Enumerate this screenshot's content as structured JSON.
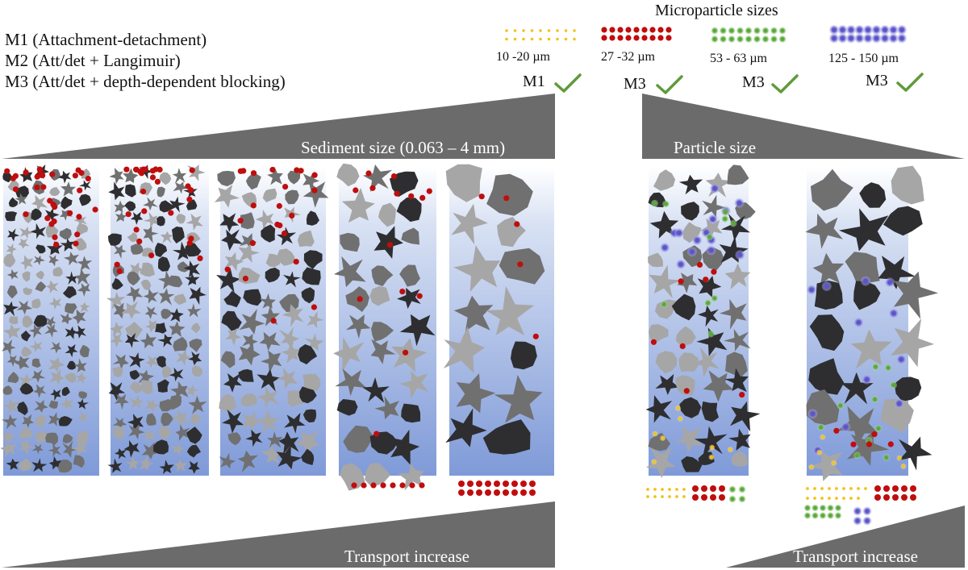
{
  "models": [
    {
      "label": "M1 (Attachment-detachment)"
    },
    {
      "label": "M2 (Att/det + Langimuir)"
    },
    {
      "label": "M3 (Att/det + depth-dependent blocking)"
    }
  ],
  "microparticles": {
    "title": "Microparticle sizes",
    "sizes": [
      {
        "label": "10 -20 µm",
        "model": "M1",
        "color": "#f2c21b"
      },
      {
        "label": "27 -32 µm",
        "model": "M3",
        "color": "#c00d0d"
      },
      {
        "label": "53 - 63 µm",
        "model": "M3",
        "color": "#5aa83c"
      },
      {
        "label": "125 - 150 µm",
        "model": "M3",
        "color": "#5b55c8"
      }
    ],
    "check_color": "#5f9b3a"
  },
  "wedges": {
    "sediment_size": "Sediment size (0.063 – 4 mm)",
    "particle_size": "Particle size",
    "transport_left": "Transport increase",
    "transport_right": "Transport increase",
    "wedge_color": "#6b6b6b"
  },
  "colors": {
    "column_top": "#ffffff",
    "column_bottom": "#7f9ad8",
    "grain_dark": "#2e2e30",
    "grain_mid": "#707070",
    "grain_light": "#a6a6a6"
  }
}
